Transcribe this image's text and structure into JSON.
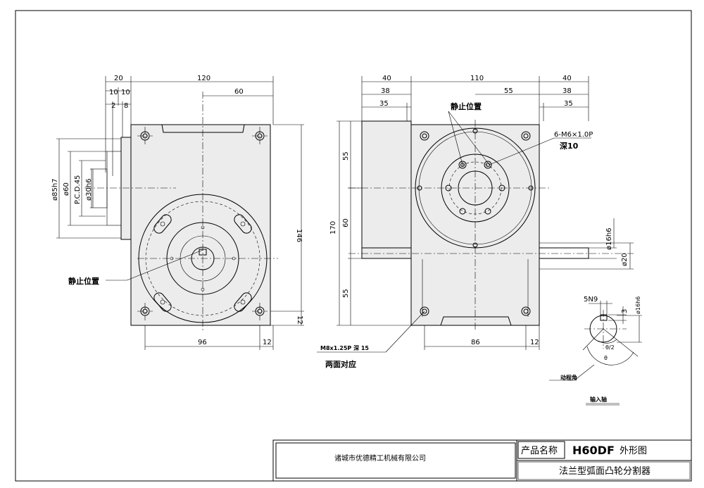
{
  "front_view": {
    "dims": {
      "top_20": "20",
      "top_120": "120",
      "top_10a": "10",
      "top_10b": "10",
      "top_2": "2",
      "top_8": "8",
      "top_60": "60",
      "left_85h7": "ø85h7",
      "left_60": "ø60",
      "left_pcd": "P.C.D.45",
      "left_30h6": "ø30h6",
      "right_146": "146",
      "right_12": "12",
      "bottom_96": "96",
      "bottom_12": "12"
    },
    "label_stop": "静止位置"
  },
  "side_view": {
    "dims": {
      "top_40a": "40",
      "top_110": "110",
      "top_40b": "40",
      "top_38a": "38",
      "top_55": "55",
      "top_38b": "38",
      "top_35a": "35",
      "top_35b": "35",
      "left_170": "170",
      "left_55a": "55",
      "left_60": "60",
      "left_55b": "55",
      "right_16h6": "ø16h6",
      "right_20": "ø20",
      "bottom_86": "86",
      "bottom_12": "12"
    },
    "label_stop": "静止位置",
    "label_thread": "6-M6×1.0P",
    "label_depth": "深10",
    "label_m8": "M8x1.25P 深 15",
    "label_both": "两面对应"
  },
  "detail": {
    "dim_5n9": "5N9",
    "dim_3": "3",
    "dim_16h6": "ø16h6",
    "theta_half": "θ/2",
    "theta": "θ",
    "label_angle": "动程角",
    "label_input": "输入轴"
  },
  "title_block": {
    "company": "诸城市优德精工机械有限公司",
    "product_label": "产品名称",
    "model": "H60DF",
    "drawing_type": "外形图",
    "product_name": "法兰型弧面凸轮分割器"
  }
}
